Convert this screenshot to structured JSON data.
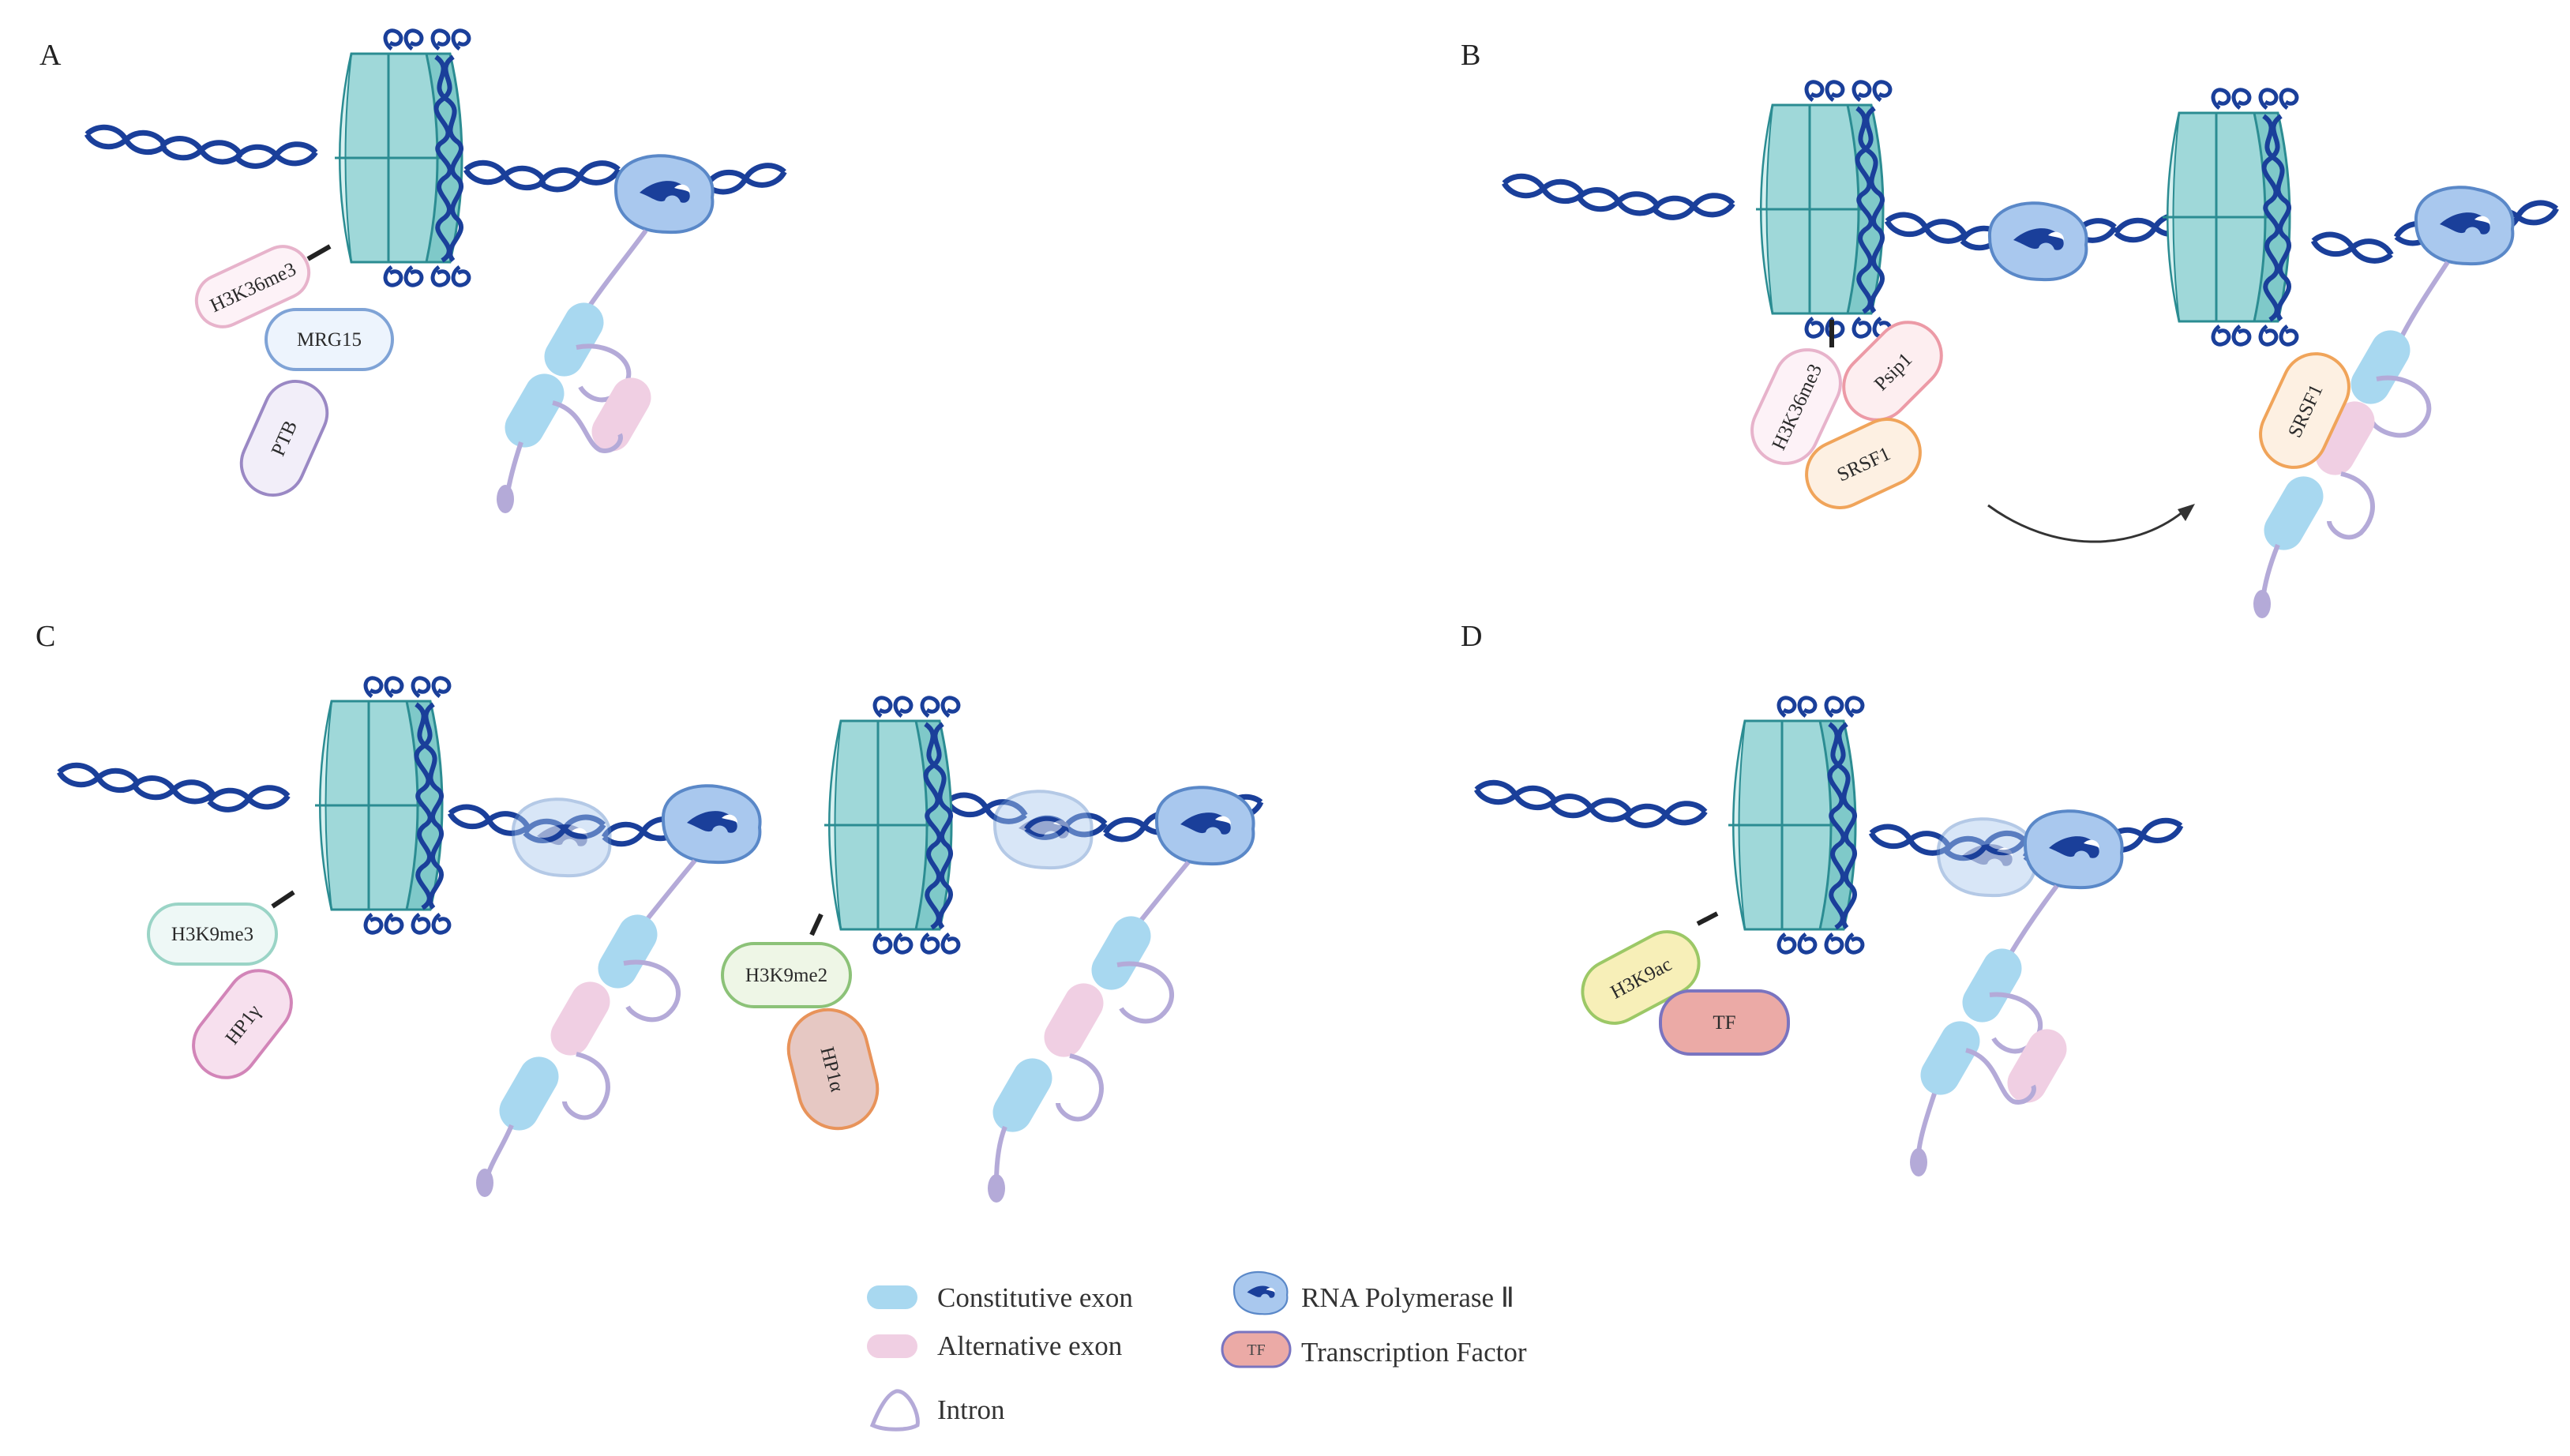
{
  "panels": {
    "a": {
      "label": "A",
      "marks": [
        "H3K36me3"
      ],
      "proteins": [
        "MRG15",
        "PTB"
      ]
    },
    "b": {
      "label": "B",
      "marks": [
        "H3K36me3"
      ],
      "proteins": [
        "Psip1",
        "SRSF1",
        "SRSF1"
      ]
    },
    "c": {
      "label": "C",
      "marks": [
        "H3K9me3",
        "H3K9me2"
      ],
      "proteins": [
        "HP1γ",
        "HP1α"
      ]
    },
    "d": {
      "label": "D",
      "marks": [
        "H3K9ac"
      ],
      "proteins": [
        "TF"
      ]
    }
  },
  "legend": {
    "constitutive_exon": "Constitutive exon",
    "alternative_exon": "Alternative exon",
    "intron": "Intron",
    "rna_polymerase": "RNA Polymerase Ⅱ",
    "tf_icon": "TF",
    "transcription_factor": "Transcription Factor"
  },
  "colors": {
    "dna": "#1a3f9a",
    "nucleosome": "#9fd8d9",
    "nucleosome_edge": "#2b8c92",
    "polymerase": "#a9c8ee",
    "polymerase_edge": "#5a88c8",
    "constitutive_exon": "#a8d8f0",
    "alternative_exon": "#f0cfe3",
    "intron": "#b4aad8",
    "h3k36me3_border": "#e7b3cb",
    "mrg15_border": "#7fa3d6",
    "ptb_border": "#9a88c4",
    "psip1_border": "#ec9aa6",
    "srsf1_border": "#f0a45a",
    "h3k9me3_border": "#9ad4c6",
    "hp1g_border": "#d285b8",
    "h3k9me2_border": "#8cc278",
    "hp1a_border": "#e8935a",
    "h3k9ac_border": "#9cc866",
    "tf_border": "#7a74c0"
  }
}
